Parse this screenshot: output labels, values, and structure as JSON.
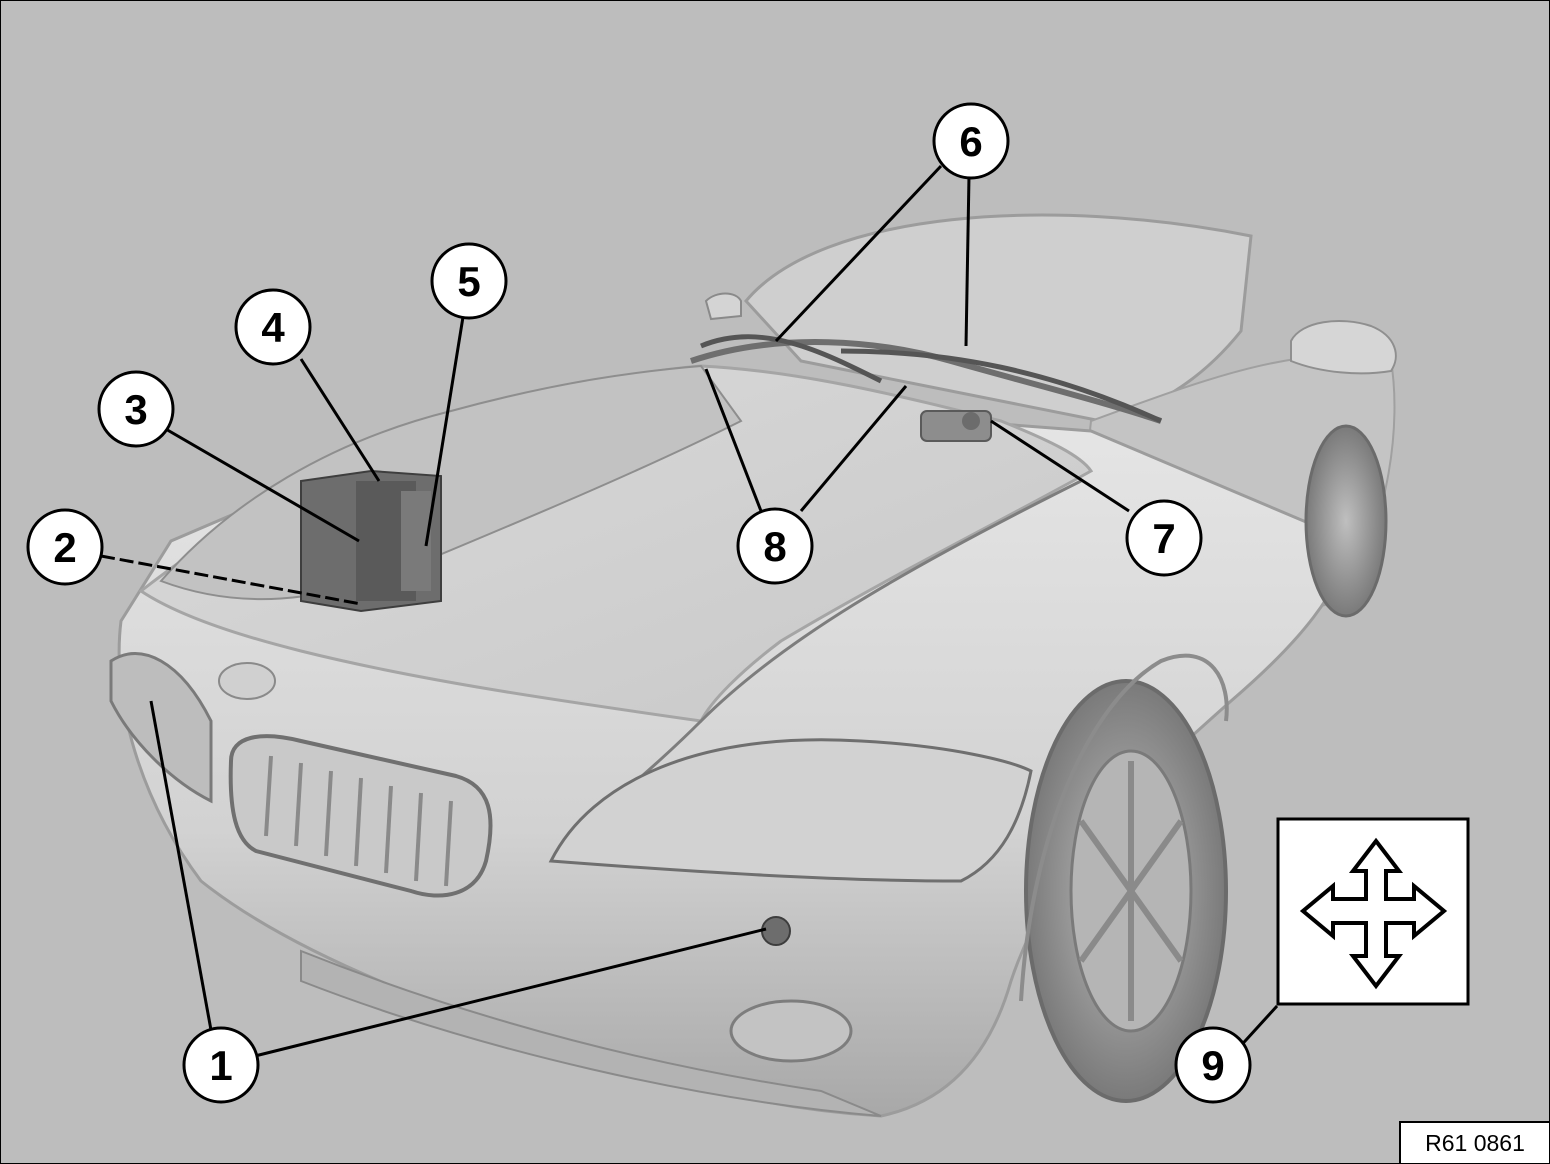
{
  "diagram": {
    "reference_code": "R61 0861",
    "callouts": [
      {
        "id": "callout-1",
        "label": "1"
      },
      {
        "id": "callout-2",
        "label": "2"
      },
      {
        "id": "callout-3",
        "label": "3"
      },
      {
        "id": "callout-4",
        "label": "4"
      },
      {
        "id": "callout-5",
        "label": "5"
      },
      {
        "id": "callout-6",
        "label": "6"
      },
      {
        "id": "callout-7",
        "label": "7"
      },
      {
        "id": "callout-8",
        "label": "8"
      },
      {
        "id": "callout-9",
        "label": "9"
      }
    ],
    "legend_symbol": "four-way-arrow-icon",
    "colors": {
      "background": "#bdbdbd",
      "car_body": "#d8d8d8",
      "car_shadow": "#9a9a9a",
      "callout_fill": "#ffffff",
      "line": "#000000"
    }
  }
}
